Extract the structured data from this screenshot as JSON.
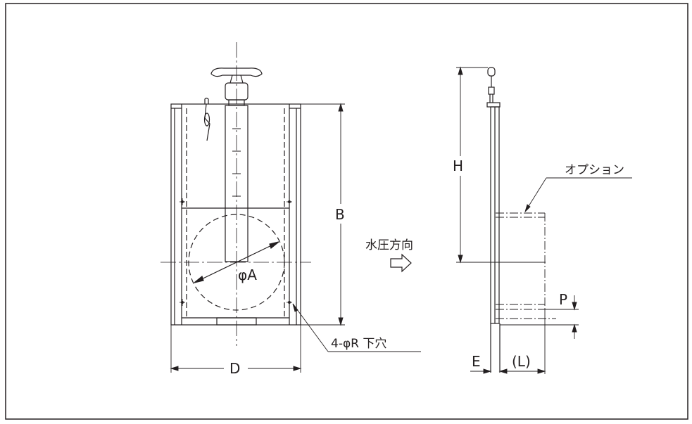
{
  "labels": {
    "dim_a": "φA",
    "dim_b": "B",
    "dim_d": "D",
    "holes": "4-φR 下穴",
    "water_direction": "水圧方向",
    "dim_h": "H",
    "option": "オプション",
    "dim_p": "P",
    "dim_e": "E",
    "dim_l": "(L)"
  },
  "icons": {
    "direction_arrow": "outline-right-arrow-icon"
  },
  "colors": {
    "line": "#231f20",
    "background": "#ffffff"
  }
}
